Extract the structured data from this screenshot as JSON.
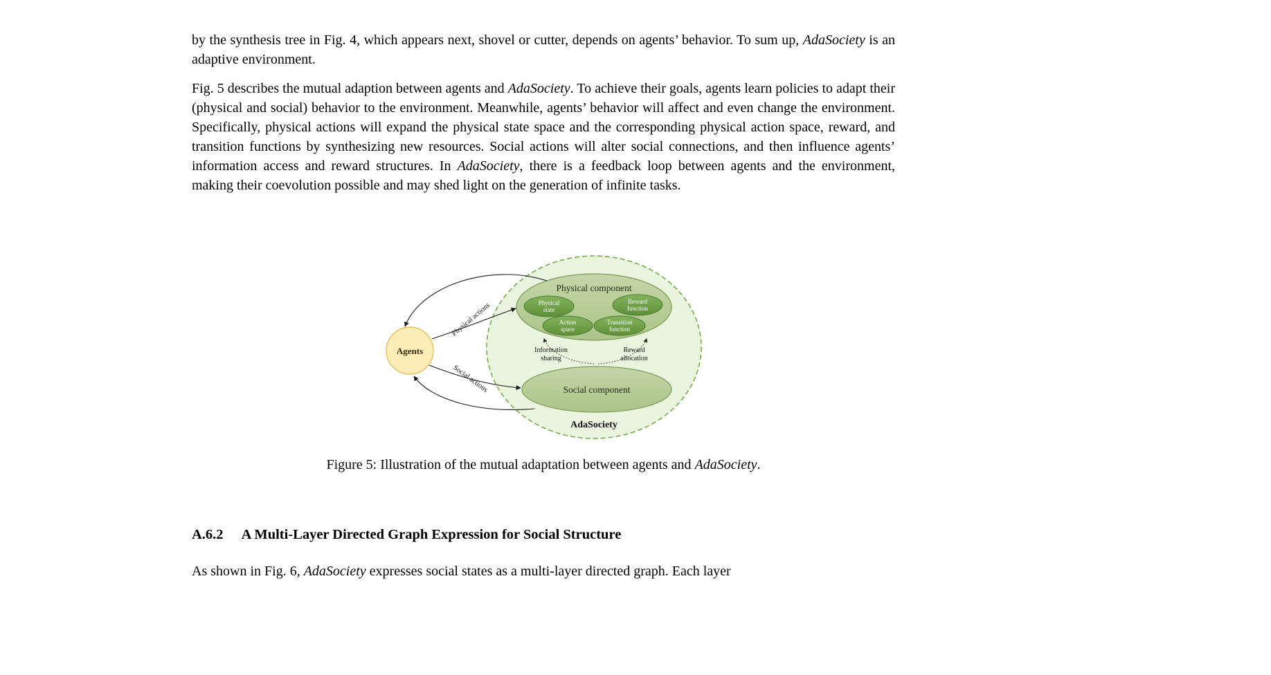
{
  "document": {
    "paragraph1": {
      "part1": "by the synthesis tree in Fig. 4, which appears next, shovel or cutter, depends on agents’ behavior. To sum up, ",
      "italic1": "AdaSociety",
      "part2": " is an adaptive environment."
    },
    "paragraph2": {
      "part1": "Fig. 5 describes the mutual adaption between agents and ",
      "italic1": "AdaSociety",
      "part2": ". To achieve their goals, agents learn policies to adapt their (physical and social) behavior to the environment. Meanwhile, agents’ behavior will affect and even change the environment. Specifically, physical actions will expand the physical state space and the corresponding physical action space, reward, and transition functions by synthesizing new resources. Social actions will alter social connections, and then influence agents’ information access and reward structures. In ",
      "italic2": "AdaSociety",
      "part3": ", there is a feedback loop between agents and the environment, making their coevolution possible and may shed light on the generation of infinite tasks."
    },
    "paragraph3": {
      "part1": "As shown in Fig. 6, ",
      "italic1": "AdaSociety",
      "part2": " expresses social states as a multi-layer directed graph. Each layer"
    },
    "section_heading": {
      "number": "A.6.2",
      "title": "A Multi-Layer Directed Graph Expression for Social Structure"
    }
  },
  "figure": {
    "caption": {
      "part1": "Figure 5: Illustration of the mutual adaptation between agents and ",
      "italic1": "AdaSociety",
      "part2": "."
    },
    "diagram": {
      "agents_label": "Agents",
      "physical_component_label": "Physical component",
      "social_component_label": "Social component",
      "adasociety_label": "AdaSociety",
      "physical_actions_label": "Physical actions",
      "social_actions_label": "Social actions",
      "nodes": {
        "physical_state": {
          "line1": "Physical",
          "line2": "state"
        },
        "reward_function": {
          "line1": "Reward",
          "line2": "function"
        },
        "action_space": {
          "line1": "Action",
          "line2": "space"
        },
        "transition_function": {
          "line1": "Transition",
          "line2": "function"
        }
      },
      "flows": {
        "information_sharing": {
          "line1": "Information",
          "line2": "sharing"
        },
        "reward_allocation": {
          "line1": "Reward",
          "line2": "allocation"
        }
      },
      "colors": {
        "outer_fill": "#e9f5df",
        "outer_border": "#76ab4d",
        "component_fill": "#b8cd97",
        "component_border": "#7c9a55",
        "node_fill_top": "#85b35d",
        "node_fill_bottom": "#5d9038",
        "node_border": "#4a7c2e",
        "node_text": "#ffffff",
        "agents_fill": "#fcecb8",
        "agents_border": "#e5c464",
        "arrow": "#1a1a1a"
      }
    }
  }
}
